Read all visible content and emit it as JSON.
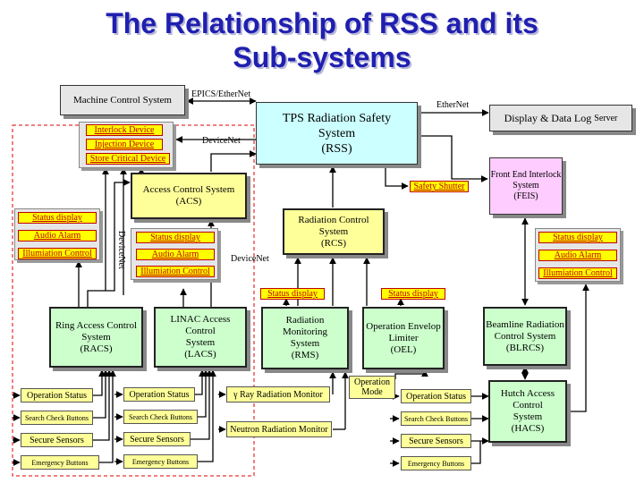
{
  "title": {
    "line1": "The Relationship of RSS and its",
    "line2": "Sub-systems"
  },
  "boxes": {
    "machine_control": "Machine Control System",
    "tps": {
      "line1": "TPS Radiation Safety",
      "line2": "System",
      "line3": "(RSS)"
    },
    "display_log": {
      "main": "Display & Data Log",
      "suffix": "Server"
    },
    "feis": {
      "line1": "Front End Interlock",
      "line2": "System",
      "line3": "(FEIS)"
    },
    "acs": {
      "line1": "Access Control System",
      "line2": "(ACS)"
    },
    "rcs": {
      "line1": "Radiation  Control System",
      "line2": "(RCS)"
    },
    "racs": {
      "line1": "Ring Access Control",
      "line2": "System",
      "line3": "(RACS)"
    },
    "lacs": {
      "line1": "LINAC Access Control",
      "line2": "System",
      "line3": "(LACS)"
    },
    "rms": {
      "line1": "Radiation Monitoring",
      "line2": "System",
      "line3": "(RMS)"
    },
    "oel": {
      "line1": "Operation Envelop",
      "line2": "Limiter",
      "line3": "(OEL)"
    },
    "blrcs": {
      "line1": "Beamline Radiation",
      "line2": "Control  System",
      "line3": "(BLRCS)"
    },
    "hacs": {
      "line1": "Hutch Access Control",
      "line2": "System",
      "line3": "(HACS)"
    }
  },
  "labels": {
    "interlock_device": "Interlock Device",
    "injection_device": "Injection Device",
    "store_critical_device": "Store Critical Device",
    "safety_shutter": "Safety Shutter",
    "status_display": "Status display",
    "audio_alarm": "Audio Alarm",
    "illumination_control": "Illumiation Control"
  },
  "inputs": {
    "operation_status": "Operation Status",
    "search_check_buttons": "Search Check Buttons",
    "secure_sensors": "Secure Sensors",
    "emergency_buttons": "Emergency Buttons",
    "gamma_monitor": "γ Ray Radiation Monitor",
    "neutron_monitor": "Neutron Radiation Monitor",
    "operation_mode": {
      "line1": "Operation",
      "line2": "Mode"
    }
  },
  "connections": {
    "epics_ethernet": "EPICS/EtherNet",
    "ethernet": "EtherNet",
    "devicenet_top": "DeviceNet",
    "devicenet_vertical": "DeviceNet",
    "devicenet_right": "DeviceNet"
  }
}
